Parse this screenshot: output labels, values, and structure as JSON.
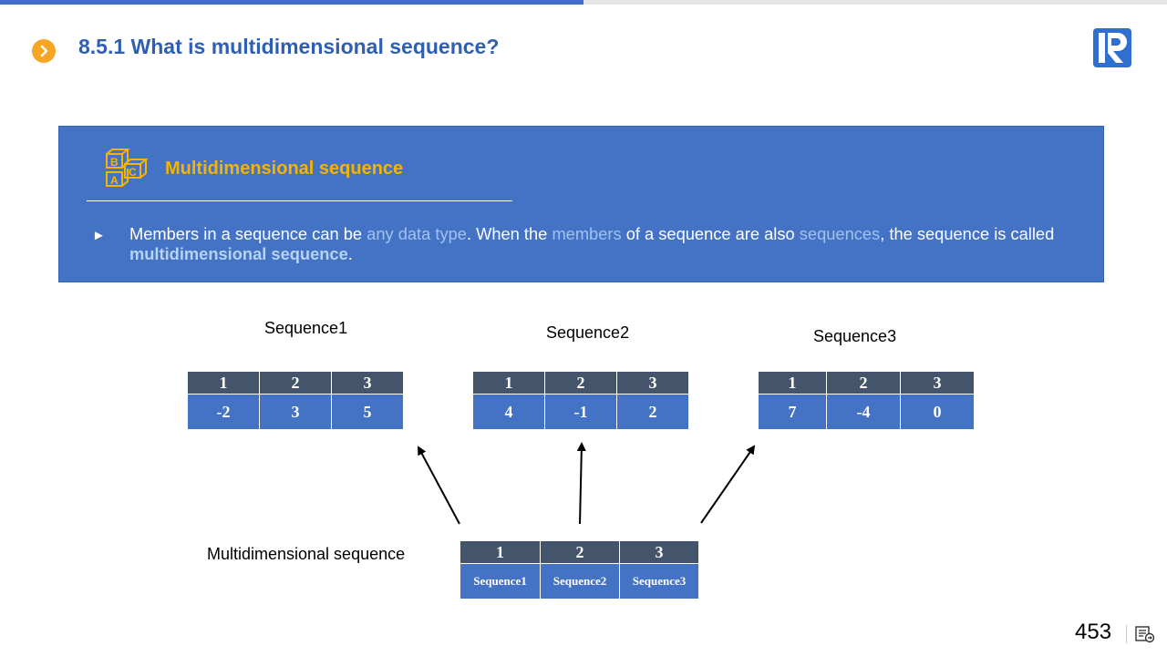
{
  "header": {
    "progress": 0.5,
    "title": "8.5.1 What is multidimensional sequence?",
    "chevron_icon": "chevron-right-icon",
    "logo": "r-logo-icon"
  },
  "definition": {
    "icon": "abc-blocks-icon",
    "heading": "Multidimensional  sequence",
    "bullet": "►",
    "text_parts": [
      "Members in a sequence can be ",
      "any data type",
      ". When the ",
      "members",
      " of a sequence are also ",
      "sequences",
      ", the sequence is called ",
      "multidimensional sequence",
      "."
    ]
  },
  "sequences": [
    {
      "label": "Sequence1",
      "headers": [
        "1",
        "2",
        "3"
      ],
      "values": [
        "-2",
        "3",
        "5"
      ]
    },
    {
      "label": "Sequence2",
      "headers": [
        "1",
        "2",
        "3"
      ],
      "values": [
        "4",
        "-1",
        "2"
      ]
    },
    {
      "label": "Sequence3",
      "headers": [
        "1",
        "2",
        "3"
      ],
      "values": [
        "7",
        "-4",
        "0"
      ]
    }
  ],
  "multi": {
    "label": "Multidimensional sequence",
    "headers": [
      "1",
      "2",
      "3"
    ],
    "values": [
      "Sequence1",
      "Sequence2",
      "Sequence3"
    ]
  },
  "footer": {
    "page_number": "453",
    "notes_icon": "notes-icon"
  },
  "colors": {
    "accent_blue": "#4472c4",
    "title_blue": "#2f5fb3",
    "header_gray": "#44546a",
    "orange": "#f5a623",
    "gold": "#f4b400",
    "highlight": "#9fc3f0"
  }
}
